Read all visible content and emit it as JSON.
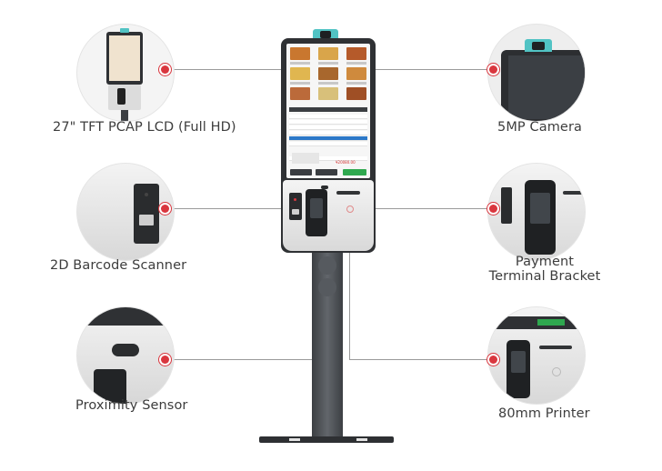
{
  "callouts": {
    "lcd": "27\" TFT PCAP LCD (Full HD)",
    "camera": "5MP Camera",
    "barcode": "2D Barcode Scanner",
    "payment_line1": "Payment",
    "payment_line2": "Terminal Bracket",
    "proximity": "Proximity Sensor",
    "printer": "80mm Printer"
  },
  "screen_ui": {
    "total": "¥20080.00"
  },
  "colors": {
    "marker": "#d9363e",
    "camera_accent": "#51c3c4",
    "kiosk_body": "#2f3134",
    "green_button": "#2fa84f"
  }
}
